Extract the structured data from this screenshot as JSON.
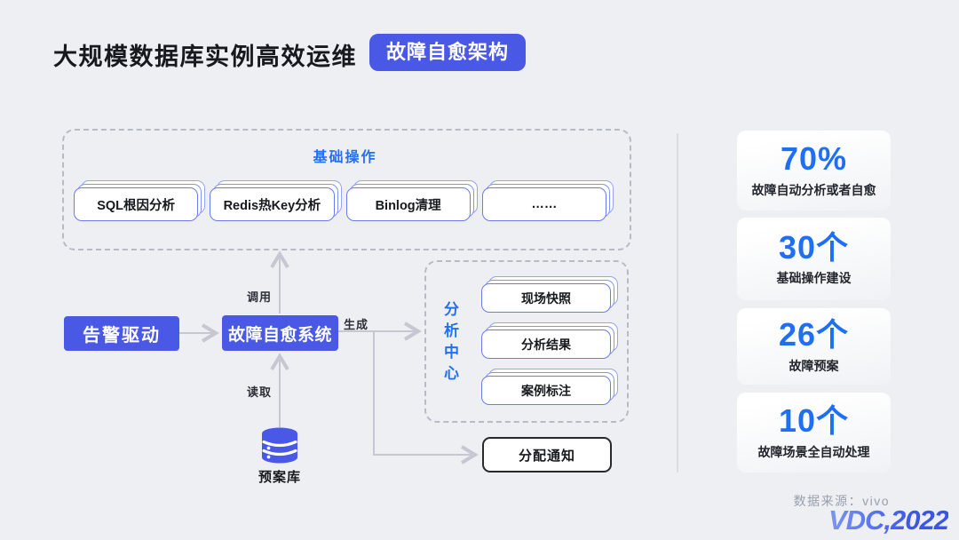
{
  "header": {
    "title": "大规模数据库实例高效运维",
    "badge": "故障自愈架构"
  },
  "ops_panel": {
    "title": "基础操作",
    "cards": [
      "SQL根因分析",
      "Redis热Key分析",
      "Binlog清理",
      "……"
    ]
  },
  "flow": {
    "alert_box": "告警驱动",
    "system_box": "故障自愈系统",
    "labels": {
      "invoke": "调用",
      "read": "读取",
      "generate": "生成"
    },
    "plan_db_label": "预案库",
    "notify_box": "分配通知"
  },
  "analysis_panel": {
    "title": "分析中心",
    "cards": [
      "现场快照",
      "分析结果",
      "案例标注"
    ]
  },
  "stats": [
    {
      "value": "70%",
      "label": "故障自动分析或者自愈"
    },
    {
      "value": "30个",
      "label": "基础操作建设"
    },
    {
      "value": "26个",
      "label": "故障预案"
    },
    {
      "value": "10个",
      "label": "故障场景全自动处理"
    }
  ],
  "footer": {
    "source": "数据来源：vivo",
    "logo": "VDC,2022"
  },
  "colors": {
    "background": "#edeff3",
    "accent_indigo": "#4a58e6",
    "accent_blue": "#1e6ff4",
    "card_border": "#6b7af0",
    "dashed_border": "#b7bbc5",
    "connector_gray": "#c5c8d0"
  }
}
